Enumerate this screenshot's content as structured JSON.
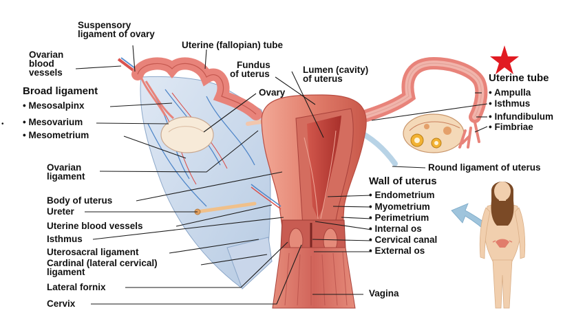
{
  "labels": {
    "suspensory": "Suspensory ligament of ovary",
    "suspensory_l1": "Suspensory",
    "suspensory_l2": "ligament of ovary",
    "uterine_tube_top": "Uterine (fallopian) tube",
    "ovarian_vessels_l1": "Ovarian",
    "ovarian_vessels_l2": "blood",
    "ovarian_vessels_l3": "vessels",
    "broad_ligament": "Broad ligament",
    "mesosalpinx": "• Mesosalpinx",
    "mesovarium": "• Mesovarium",
    "mesometrium": "• Mesometrium",
    "fundus_l1": "Fundus",
    "fundus_l2": "of uterus",
    "ovary": "Ovary",
    "lumen_l1": "Lumen (cavity)",
    "lumen_l2": "of uterus",
    "uterine_tube_header": "Uterine tube",
    "ampulla": "• Ampulla",
    "isthmus_tube": "• Isthmus",
    "infundibulum": "• Infundibulum",
    "fimbriae": "• Fimbriae",
    "ovarian_ligament_l1": "Ovarian",
    "ovarian_ligament_l2": "ligament",
    "round_ligament": "Round ligament of uterus",
    "wall_of_uterus": "Wall of uterus",
    "endometrium": "• Endometrium",
    "myometrium": "• Myometrium",
    "perimetrium": "• Perimetrium",
    "internal_os": "• Internal os",
    "cervical_canal": "• Cervical canal",
    "external_os": "• External os",
    "body_of_uterus": "Body of uterus",
    "ureter": "Ureter",
    "uterine_blood_vessels": "Uterine blood vessels",
    "isthmus": "Isthmus",
    "uterosacral": "Uterosacral ligament",
    "cardinal_l1": "Cardinal (lateral cervical)",
    "cardinal_l2": "ligament",
    "lateral_fornix": "Lateral fornix",
    "cervix": "Cervix",
    "vagina": "Vagina"
  },
  "colors": {
    "leader": "#1a1a1a",
    "broad_ligament_fill": "#c9d8ec",
    "tube_fill": "#e8837a",
    "uterus_fill": "#e48a78",
    "lumen_fill": "#c2413a",
    "ovary_fill": "#f7ead8",
    "round_ligament_fill": "#b8d3e6",
    "star": "#e11b22",
    "figure_skin": "#f1cfae",
    "figure_hair": "#7b4a26",
    "arrow": "#9fc4dc"
  },
  "icons": {
    "star": "star-icon",
    "arrow": "pointer-arrow-icon"
  }
}
